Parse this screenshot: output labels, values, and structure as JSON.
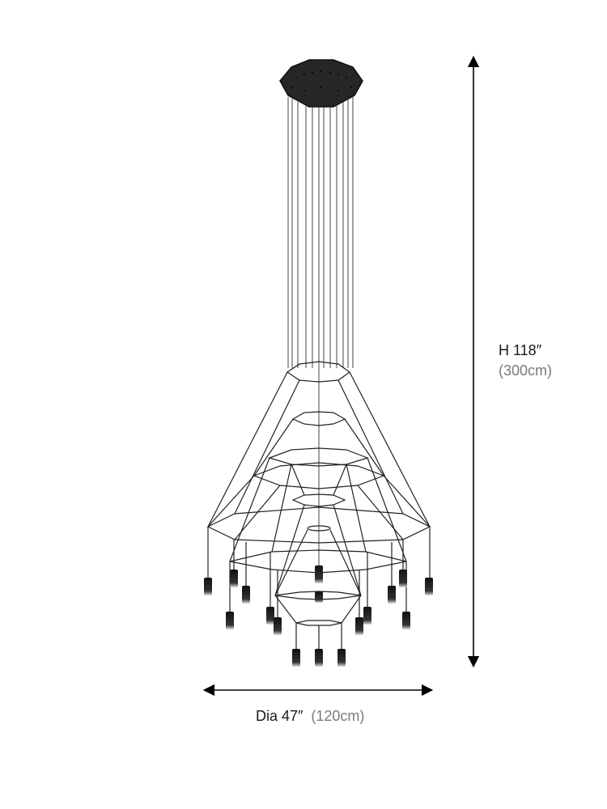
{
  "figure": {
    "subject": "multi-tier wire frame chandelier with cylindrical pendant lights",
    "colors": {
      "line": "#1a1a1a",
      "canopy": "#262626",
      "label_primary": "#1a1a1a",
      "label_secondary": "#7a7a7a",
      "background": "#ffffff"
    }
  },
  "dimensions": {
    "height": {
      "label": "H 118″",
      "metric": "(300cm)",
      "arrow": "vertical-double-arrow"
    },
    "diameter": {
      "label": "Dia 47″",
      "metric": "(120cm)",
      "arrow": "horizontal-double-arrow"
    }
  }
}
